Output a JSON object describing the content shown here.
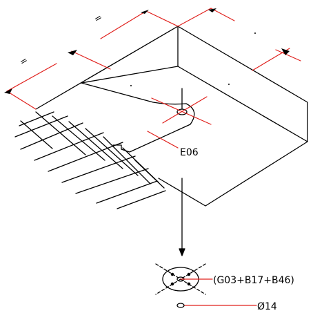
{
  "labels": {
    "element_code": "E06",
    "plate_spec": "(G03+B17+B46)",
    "hole_diameter": "Ø14"
  },
  "dimension_marks": {
    "left": "=",
    "top": "="
  },
  "colors": {
    "outline": "#000000",
    "dimension": "#e0201c",
    "background": "#ffffff"
  }
}
